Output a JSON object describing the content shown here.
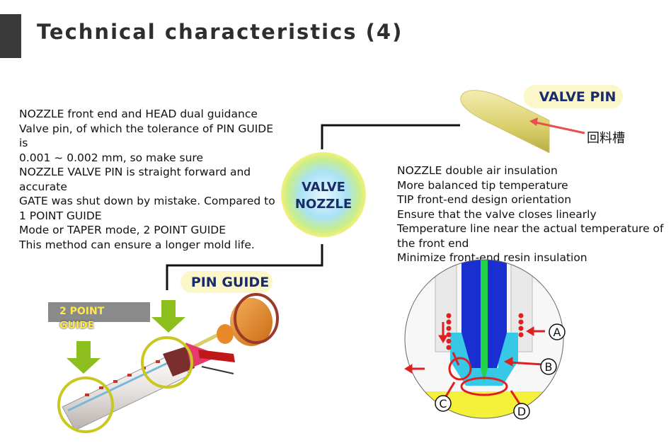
{
  "header": {
    "title": "Technical characteristics (4)"
  },
  "left_text": [
    "NOZZLE front end and HEAD dual guidance",
    "Valve pin, of which the tolerance of PIN GUIDE is",
    "0.001 ~ 0.002 mm, so make sure",
    "NOZZLE VALVE PIN is straight forward and accurate",
    "GATE was shut down by mistake. Compared to 1 POINT GUIDE",
    "Mode or TAPER mode, 2 POINT GUIDE",
    "This method can ensure a longer mold life."
  ],
  "right_text": [
    "NOZZLE double air insulation",
    "More balanced tip temperature",
    "TIP front-end design orientation",
    "Ensure that the valve closes linearly",
    "Temperature line near the actual temperature of the front end",
    "Minimize front-end resin insulation"
  ],
  "center_badge": {
    "line1": "VALVE",
    "line2": "NOZZLE"
  },
  "labels": {
    "valve_pin": "VALVE PIN",
    "pin_guide": "PIN GUIDE",
    "two_point_line1": "2 POINT",
    "two_point_line2": "GUIDE",
    "groove": "回料槽"
  },
  "markers": [
    "A",
    "B",
    "C",
    "D"
  ],
  "colors": {
    "title_bar": "#3a3a3a",
    "badge_text": "#1a2b6b",
    "label_bg": "#fbf7c8",
    "highlight_ring": "#c8c820",
    "arrow_red": "#e02020",
    "arrow_green": "#8cbf1e",
    "nozzle_blue": "#1a2fd0",
    "nozzle_cyan": "#37c8e8",
    "pin_green": "#22d24a",
    "gate_yellow": "#f5f03a"
  }
}
